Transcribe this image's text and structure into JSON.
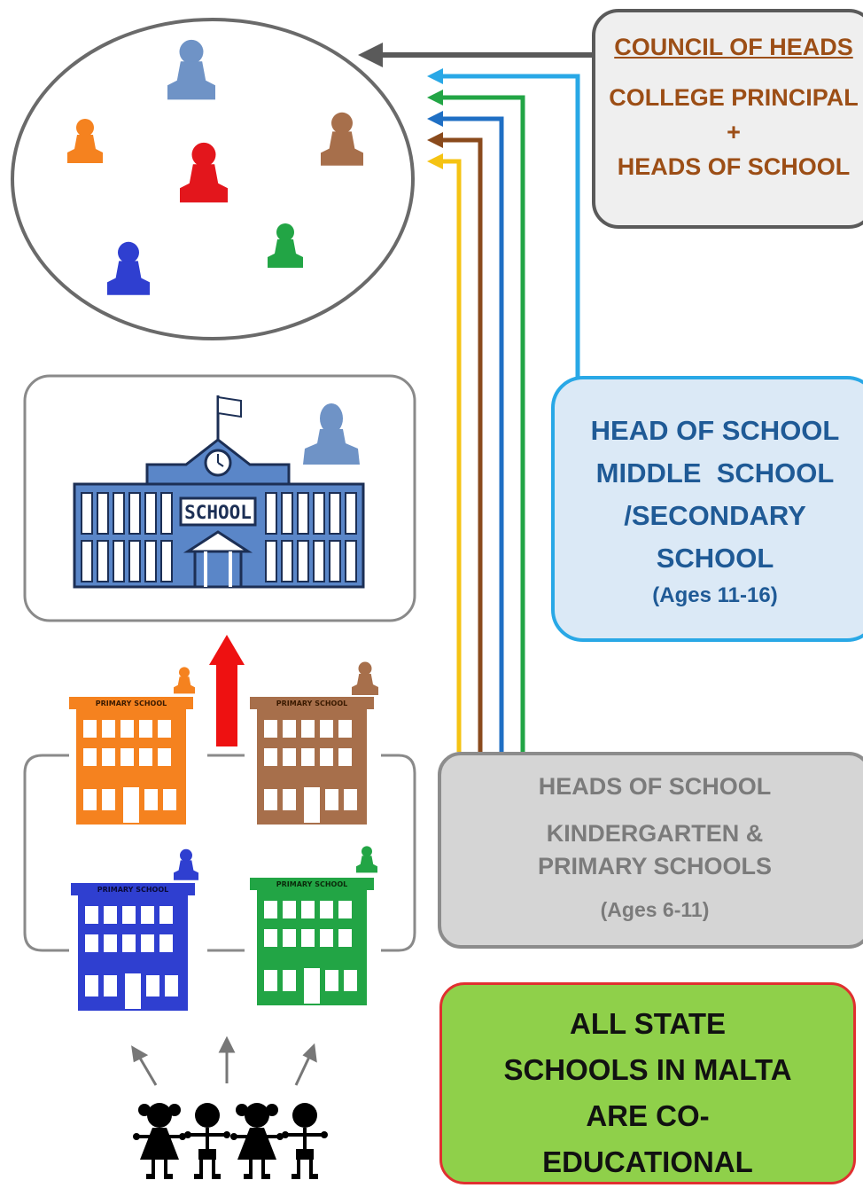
{
  "council": {
    "title": "COUNCIL OF HEADS",
    "line1": "COLLEGE PRINCIPAL",
    "line2": "+",
    "line3": "HEADS OF SCHOOL"
  },
  "middle_school": {
    "line1": "HEAD OF SCHOOL",
    "line2": "MIDDLE  SCHOOL",
    "line3": "/SECONDARY",
    "line4": "SCHOOL",
    "ages": "(Ages 11-16)"
  },
  "primary_schools": {
    "line1": "HEADS OF SCHOOL",
    "line2": "KINDERGARTEN &",
    "line3": "PRIMARY SCHOOLS",
    "ages": "(Ages 6-11)"
  },
  "coeducational": {
    "line1": "ALL STATE",
    "line2": "SCHOOLS IN MALTA",
    "line3": "ARE CO-",
    "line4": "EDUCATIONAL"
  },
  "secondary_building_sign": "SCHOOL",
  "primary_building_sign": "PRIMARY SCHOOL",
  "colors": {
    "council_text": "#9c4e16",
    "middle_text": "#1f5a96",
    "middle_border": "#29a8e6",
    "primary_text": "#7b7b7b",
    "coed_fill": "#8fd04a",
    "coed_border": "#e03030",
    "head_red": "#e3161c",
    "head_orange": "#f5821f",
    "head_brown": "#a76f4b",
    "head_green": "#22a545",
    "head_blue": "#2f3fd0",
    "head_lightblue": "#6f93c6",
    "arrow_gray": "#5a5a5a",
    "arrow_yellow": "#f5c313"
  }
}
